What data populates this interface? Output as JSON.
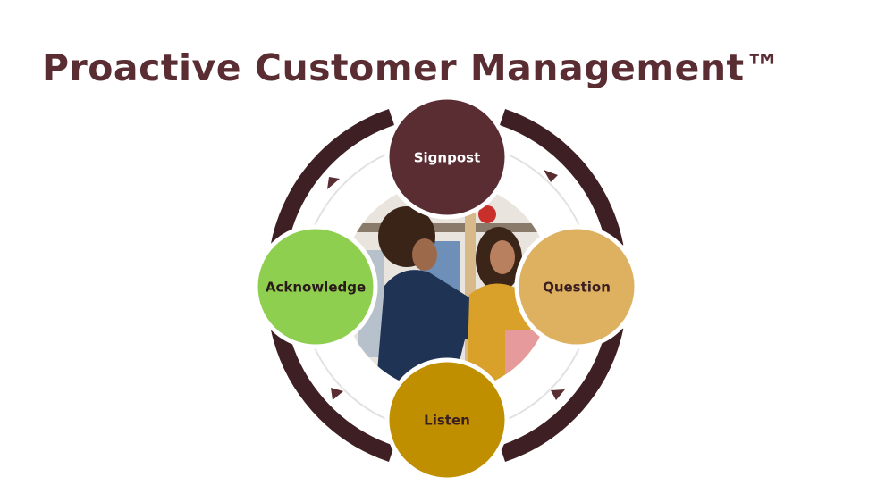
{
  "title": "Proactive Customer Management™",
  "cycle": {
    "steps": [
      {
        "label": "Signpost",
        "color": "#5a2d33",
        "text_color": "#ffffff"
      },
      {
        "label": "Question",
        "color": "#ddb160",
        "text_color": "#3a1f22"
      },
      {
        "label": "Listen",
        "color": "#bf8f00",
        "text_color": "#3a1f22"
      },
      {
        "label": "Acknowledge",
        "color": "#8fcf4f",
        "text_color": "#2a1a1a"
      }
    ],
    "ring_color": "#3e1f24",
    "direction": "clockwise"
  }
}
